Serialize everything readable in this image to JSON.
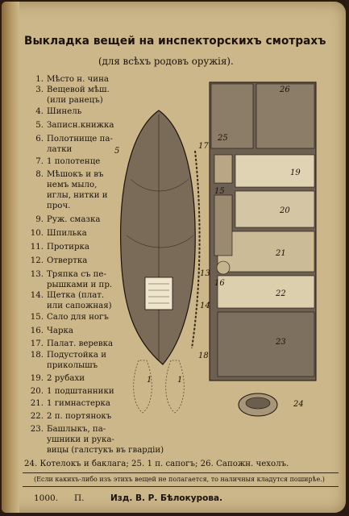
{
  "title": "Выкладка вещей на инспекторскихъ смотрахъ",
  "subtitle": "(для всѣхъ родовъ оружія).",
  "legend": [
    {
      "num": "1.",
      "text": "Мѣсто н. чина"
    },
    {
      "num": "3.",
      "text": "Вещевой мѣш.\n(или ранецъ)"
    },
    {
      "num": "4.",
      "text": "Шинель"
    },
    {
      "num": "5.",
      "text": "Записн.книжка"
    },
    {
      "num": "6.",
      "text": "Полотнище па-\nлатки"
    },
    {
      "num": "7.",
      "text": "1 полотенце"
    },
    {
      "num": "8.",
      "text": "Мѣшокъ и въ\nнемъ мыло,\nиглы, нитки и\nпроч."
    },
    {
      "num": "9.",
      "text": "Руж. смазка"
    },
    {
      "num": "10.",
      "text": "Шпилька"
    },
    {
      "num": "11.",
      "text": "Протирка"
    },
    {
      "num": "12.",
      "text": "Отвертка"
    },
    {
      "num": "13.",
      "text": "Тряпка съ пе-\nрышками и пр."
    },
    {
      "num": "14.",
      "text": "Щетка (плат.\nили сапожная)"
    },
    {
      "num": "15.",
      "text": "Сало для ногъ"
    },
    {
      "num": "16.",
      "text": "Чарка"
    },
    {
      "num": "17.",
      "text": "Палат. веревка"
    },
    {
      "num": "18.",
      "text": "Подустойка и\nприколышъ"
    },
    {
      "num": "19.",
      "text": "2 рубахи"
    },
    {
      "num": "20.",
      "text": "1 подштанники"
    },
    {
      "num": "21.",
      "text": "1 гимнастерка"
    },
    {
      "num": "22.",
      "text": "2 п. портянокъ"
    },
    {
      "num": "23.",
      "text": "Башлыкъ, па-\nушники и рука-\nвицы (галстукъ въ гвардіи)"
    }
  ],
  "bottom_line": "24. Котелокъ и баклага;   25.  1 п. сапогъ;   26.  Сапожн. чехолъ.",
  "footnote": "(Если какихъ-либо изъ этихъ вещей не полагается, то наличныя кладутся поширѣе.)",
  "imprint": {
    "year": "1000.",
    "mark": "П.",
    "publisher": "Изд. В. Р. Бѣлокурова."
  },
  "figure_labels": [
    "1",
    "1",
    "5",
    "13",
    "14",
    "15",
    "16",
    "17",
    "18",
    "19",
    "20",
    "21",
    "22",
    "23",
    "24",
    "25",
    "26"
  ]
}
